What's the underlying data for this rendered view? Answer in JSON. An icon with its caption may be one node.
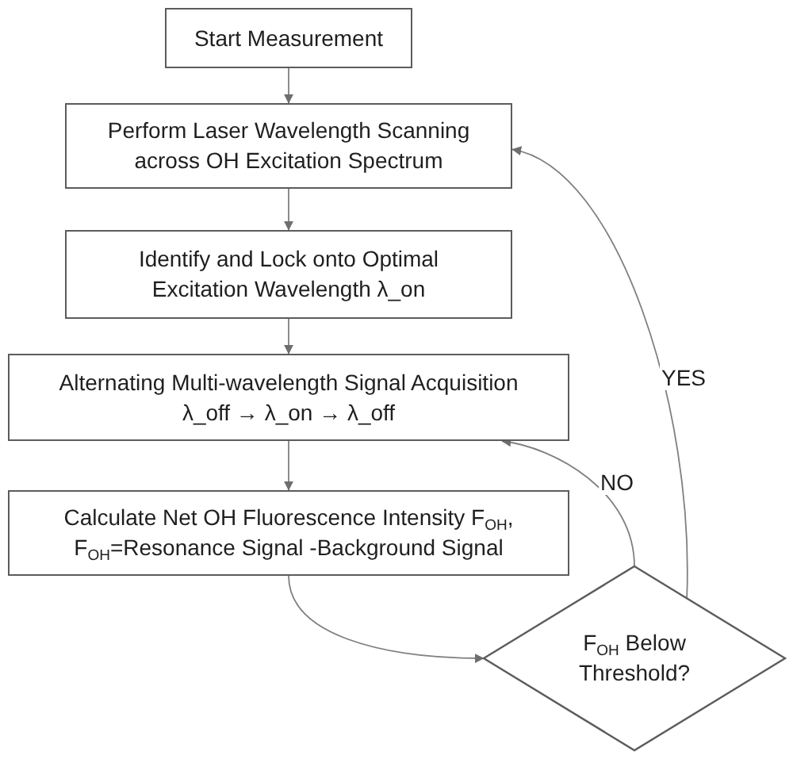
{
  "diagram": {
    "nodes": [
      {
        "text": [
          "Start Measurement"
        ]
      },
      {
        "text": [
          "Perform Laser Wavelength Scanning across OH Excitation Spectrum"
        ]
      },
      {
        "text": [
          "Identify and Lock onto Optimal Excitation Wavelength λ_on"
        ]
      },
      {
        "text": [
          "Alternating Multi-wavelength Signal Acquisition",
          "λ_off → λ_on → λ_off"
        ]
      },
      {
        "text": [
          "Calculate Net OH Fluorescence Intensity F$_{OH}$,",
          "F$_{OH}$=Resonance Signal -Background Signal"
        ]
      },
      {
        "text": [
          "F$_{OH}$ Below Threshold?"
        ]
      }
    ],
    "edges": [
      {
        "from": 0,
        "to": 1,
        "arrow": "to"
      },
      {
        "from": 1,
        "to": 2,
        "arrow": "to"
      },
      {
        "from": 2,
        "to": 3,
        "arrow": "to"
      },
      {
        "from": 3,
        "to": 4,
        "arrow": "to"
      },
      {
        "from": 4,
        "to": 5,
        "arrow": "to"
      },
      {
        "from": 5,
        "to": 3,
        "arrow": "to",
        "label": "NO"
      },
      {
        "from": 5,
        "to": 1,
        "arrow": "to",
        "label": "YES"
      }
    ]
  }
}
